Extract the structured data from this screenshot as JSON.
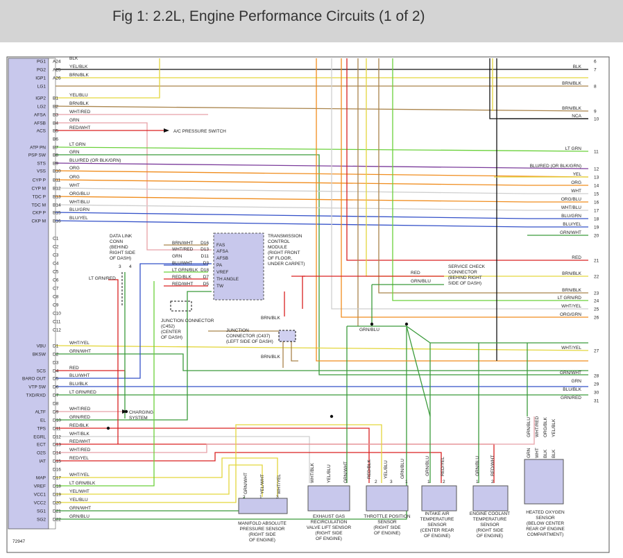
{
  "title": "Fig 1: 2.2L, Engine Performance Circuits (1 of 2)",
  "figure_number": "72947",
  "colors": {
    "black": "#111111",
    "yellow": "#e3d63c",
    "brown": "#a9834a",
    "white": "#cfcfcf",
    "red": "#d92020",
    "green": "#3a9a3a",
    "light_green": "#6ad13a",
    "blue": "#3350c8",
    "orange": "#f08c1c",
    "pink": "#e8a0a6",
    "purple": "#7a3a9a",
    "gray": "#8a8a8a",
    "module_fill": "#c8c8ec"
  },
  "ecm_pins_a": [
    {
      "label": "PG1",
      "pin": "A24",
      "wire": "BLK"
    },
    {
      "label": "PG2",
      "pin": "A25",
      "wire": "YEL/BLK"
    },
    {
      "label": "IGP1",
      "pin": "A26",
      "wire": "BRN/BLK"
    },
    {
      "label": "LG1",
      "pin": "",
      "wire": ""
    }
  ],
  "ecm_pins_b": [
    {
      "label": "IGP2",
      "pin": "B1",
      "wire": "YEL/BLU"
    },
    {
      "label": "LG2",
      "pin": "B2",
      "wire": "BRN/BLK"
    },
    {
      "label": "AFSA",
      "pin": "B3",
      "wire": "WHT/RED"
    },
    {
      "label": "AFSB",
      "pin": "B4",
      "wire": "GRN"
    },
    {
      "label": "ACS",
      "pin": "B5",
      "wire": "RED/WHT"
    },
    {
      "label": "",
      "pin": "B6",
      "wire": ""
    },
    {
      "label": "ATP PN",
      "pin": "B7",
      "wire": "LT GRN"
    },
    {
      "label": "PSP SW",
      "pin": "B8",
      "wire": "GRN"
    },
    {
      "label": "STS",
      "pin": "B9",
      "wire": "BLU/RED (OR BLK/GRN)"
    },
    {
      "label": "VSS",
      "pin": "B10",
      "wire": "ORG"
    },
    {
      "label": "CYP P",
      "pin": "B11",
      "wire": "ORG"
    },
    {
      "label": "CYP M",
      "pin": "B12",
      "wire": "WHT"
    },
    {
      "label": "TDC P",
      "pin": "B13",
      "wire": "ORG/BLU"
    },
    {
      "label": "TDC M",
      "pin": "B14",
      "wire": "WHT/BLU"
    },
    {
      "label": "CKP P",
      "pin": "B15",
      "wire": "BLU/GRN"
    },
    {
      "label": "CKP M",
      "pin": "B16",
      "wire": "BLU/YEL"
    }
  ],
  "ecm_pins_c": [
    "C1",
    "C2",
    "C3",
    "C4",
    "C5",
    "C6",
    "C7",
    "C8",
    "C9",
    "C10",
    "C11",
    "C12"
  ],
  "ecm_pins_d": [
    {
      "label": "VBU",
      "pin": "D1",
      "wire": "WHT/YEL"
    },
    {
      "label": "BKSW",
      "pin": "D2",
      "wire": "GRN/WHT"
    },
    {
      "label": "",
      "pin": "D3",
      "wire": ""
    },
    {
      "label": "SCS",
      "pin": "D4",
      "wire": "RED"
    },
    {
      "label": "BARO OUT",
      "pin": "D5",
      "wire": "BLU/WHT"
    },
    {
      "label": "VTP SW",
      "pin": "D6",
      "wire": "BLU/BLK"
    },
    {
      "label": "TXD/RXD",
      "pin": "D7",
      "wire": "LT GRN/RED"
    },
    {
      "label": "",
      "pin": "D8",
      "wire": ""
    },
    {
      "label": "ALTF",
      "pin": "D9",
      "wire": "WHT/RED"
    },
    {
      "label": "EL",
      "pin": "D10",
      "wire": "GRN/RED"
    },
    {
      "label": "TPS",
      "pin": "D11",
      "wire": "RED/BLK"
    },
    {
      "label": "EGRL",
      "pin": "D12",
      "wire": "WHT/BLK"
    },
    {
      "label": "ECT",
      "pin": "D13",
      "wire": "RED/WHT"
    },
    {
      "label": "O2S",
      "pin": "D14",
      "wire": "WHT/RED"
    },
    {
      "label": "IAT",
      "pin": "D15",
      "wire": "RED/YEL"
    },
    {
      "label": "",
      "pin": "D16",
      "wire": ""
    },
    {
      "label": "MAP",
      "pin": "D17",
      "wire": "WHT/YEL"
    },
    {
      "label": "VREF",
      "pin": "D18",
      "wire": "LT GRN/BLK"
    },
    {
      "label": "VCC1",
      "pin": "D19",
      "wire": "YEL/WHT"
    },
    {
      "label": "VCC2",
      "pin": "D20",
      "wire": "YEL/BLU"
    },
    {
      "label": "SG1",
      "pin": "D21",
      "wire": "GRN/WHT"
    },
    {
      "label": "SG2",
      "pin": "D22",
      "wire": "GRN/BLU"
    }
  ],
  "right_terminals": [
    {
      "num": "6",
      "wire": ""
    },
    {
      "num": "7",
      "wire": "BLK"
    },
    {
      "num": "8",
      "wire": "BRN/BLK"
    },
    {
      "num": "9",
      "wire": "BRN/BLK"
    },
    {
      "num": "10",
      "wire": "NCA"
    },
    {
      "num": "11",
      "wire": "LT GRN"
    },
    {
      "num": "12",
      "wire": "BLU/RED (OR BLK/GRN)"
    },
    {
      "num": "13",
      "wire": "YEL"
    },
    {
      "num": "14",
      "wire": "ORG"
    },
    {
      "num": "15",
      "wire": "WHT"
    },
    {
      "num": "16",
      "wire": "ORG/BLU"
    },
    {
      "num": "17",
      "wire": "WHT/BLU"
    },
    {
      "num": "18",
      "wire": "BLU/GRN"
    },
    {
      "num": "19",
      "wire": "BLU/YEL"
    },
    {
      "num": "20",
      "wire": "GRN/WHT"
    },
    {
      "num": "21",
      "wire": "RED"
    },
    {
      "num": "22",
      "wire": "BRN/BLK"
    },
    {
      "num": "23",
      "wire": "BRN/BLK"
    },
    {
      "num": "24",
      "wire": "LT GRN/RD"
    },
    {
      "num": "25",
      "wire": "WHT/YEL"
    },
    {
      "num": "26",
      "wire": "ORG/GRN"
    },
    {
      "num": "27",
      "wire": "WHT/YEL"
    },
    {
      "num": "28",
      "wire": "GRN/WHT"
    },
    {
      "num": "29",
      "wire": "GRN"
    },
    {
      "num": "30",
      "wire": "BLU/BLK"
    },
    {
      "num": "31",
      "wire": "GRN/RED"
    }
  ],
  "tcm": {
    "title_lines": [
      "TRANSMISSION",
      "CONTROL",
      "MODULE",
      "(RIGHT FRONT",
      "OF FLOOR,",
      "UNDER CARPET)"
    ],
    "pins": [
      {
        "wire": "BRN/WHT",
        "pin": "D16",
        "name": "FAS"
      },
      {
        "wire": "WHT/RED",
        "pin": "D13",
        "name": "AFSA"
      },
      {
        "wire": "GRN",
        "pin": "D11",
        "name": "AFSB"
      },
      {
        "wire": "BLU/WHT",
        "pin": "D3",
        "name": "PA"
      },
      {
        "wire": "LT GRN/BLK",
        "pin": "D18",
        "name": "VREF"
      },
      {
        "wire": "RED/BLK",
        "pin": "D7",
        "name": "TH ANGLE"
      },
      {
        "wire": "RED/WHT",
        "pin": "D5",
        "name": "TW"
      }
    ]
  },
  "labels": {
    "ac_pressure": "A/C PRESSURE SWITCH",
    "data_link": [
      "DATA LINK",
      "CONN",
      "(BEHIND",
      "RIGHT SIDE",
      "OF DASH)"
    ],
    "data_link_pins": [
      "3",
      "4"
    ],
    "data_link_wire": "LT GRN/RED",
    "junction_c452": [
      "JUNCTION CONNECTOR",
      "(C452)",
      "(CENTER",
      "OF DASH)"
    ],
    "junction_c437": [
      "JUNCTION",
      "CONNECTOR (C437)",
      "(LEFT SIDE OF DASH)"
    ],
    "c437_top_wire": "BRN/BLK",
    "c437_bottom_wire": "BRN/BLK",
    "service_check": [
      "SERVICE CHECK",
      "CONNECTOR",
      "(BEHIND RIGHT",
      "SIDE OF DASH)"
    ],
    "service_red": "RED",
    "service_grnblu": "GRN/BLU",
    "grnblu_mid": "GRN/BLU",
    "charging": [
      "CHARGING",
      "SYSTEM"
    ]
  },
  "sensors": {
    "map": {
      "name": [
        "MANIFOLD ABSOLUTE",
        "PRESSURE SENSOR",
        "(RIGHT SIDE",
        "OF ENGINE)"
      ],
      "wires": [
        "GRN/WHT",
        "YEL/WHT",
        "WHT/YEL"
      ],
      "pins": [
        "2",
        "1",
        "3"
      ]
    },
    "egr": {
      "name": [
        "EXHAUST GAS",
        "RECIRCULATION",
        "VALVE LIFT SENSOR",
        "(RIGHT SIDE",
        "OF ENGINE)"
      ],
      "wires": [
        "WHT/BLK",
        "YEL/BLU",
        "GRN/WHT"
      ]
    },
    "tps": {
      "name": [
        "THROTTLE POSITION",
        "SENSOR",
        "(RIGHT SIDE",
        "OF ENGINE)"
      ],
      "wires": [
        "RED/BLK",
        "YEL/BLU",
        "GRN/BLU"
      ],
      "pins": [
        "2",
        "3",
        "1"
      ]
    },
    "iat": {
      "name": [
        "INTAKE AIR",
        "TEMPERATURE",
        "SENSOR",
        "(CENTER REAR",
        "OF ENGINE)"
      ],
      "wires": [
        "GRN/BLU",
        "RED/YEL"
      ],
      "pins": [
        "1",
        "2"
      ]
    },
    "ect": {
      "name": [
        "ENGINE COOLANT",
        "TEMPERATURE",
        "SENSOR",
        "(RIGHT SIDE",
        "OF ENGINE)"
      ],
      "wires": [
        "GRN/BLU",
        "RED/WHT"
      ],
      "pins": [
        "1",
        "2"
      ]
    },
    "ho2s": {
      "name": [
        "HEATED OXYGEN",
        "SENSOR",
        "(BELOW CENTER",
        "REAR OF ENGINE",
        "COMPARTMENT)"
      ],
      "wires": [
        "GRN/BLU",
        "WHT/RED",
        "ORG/BLK",
        "YEL/BLK"
      ],
      "lower": [
        "GRN",
        "WHT",
        "BLK",
        "BLK"
      ]
    }
  }
}
